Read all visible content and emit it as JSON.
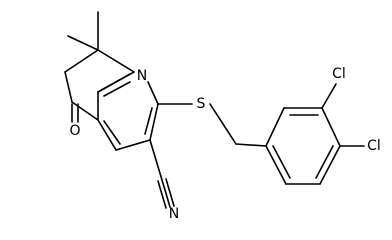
{
  "molecule": {
    "atoms": {
      "N_ring": "N",
      "O_ketone": "O",
      "S_thioether": "S",
      "N_nitrile": "N",
      "Cl_meta": "Cl",
      "Cl_para": "Cl"
    }
  }
}
